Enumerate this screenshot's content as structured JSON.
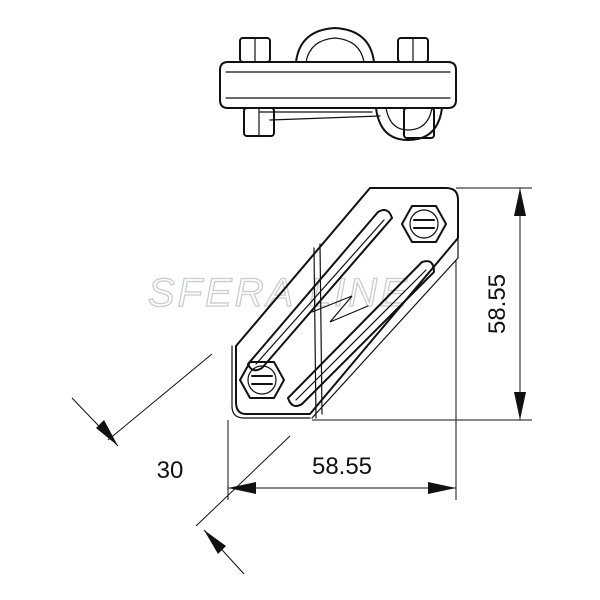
{
  "watermark": {
    "text": "SFERA LINE"
  },
  "dimensions": {
    "vertical": "58.55",
    "horizontal": "58.55",
    "diagonal": "30"
  },
  "colors": {
    "line": "#111111",
    "watermark": "#c9cdd1",
    "background": "#ffffff"
  }
}
